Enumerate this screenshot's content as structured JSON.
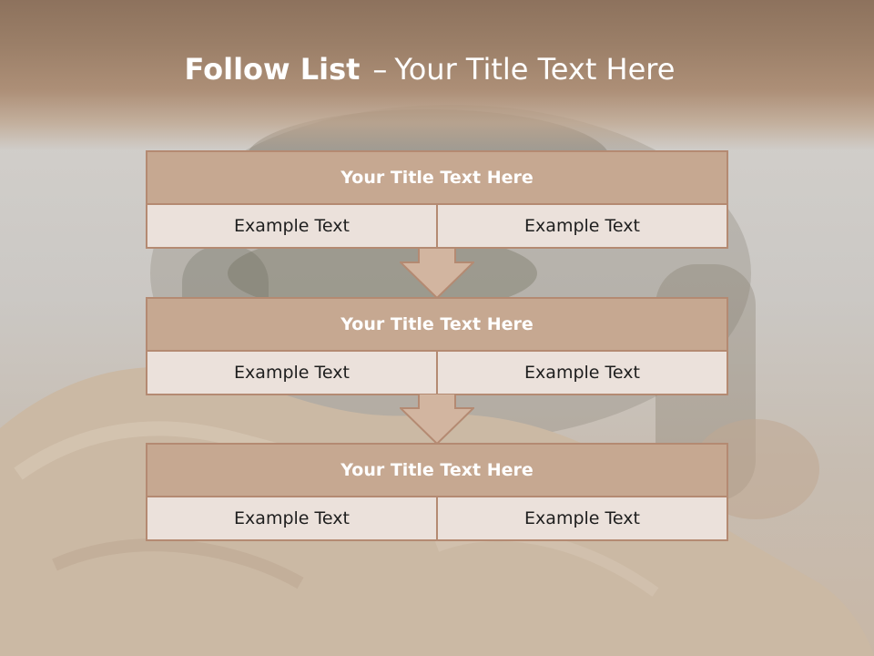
{
  "slide": {
    "title_bold": "Follow List",
    "title_separator": "–",
    "title_rest": "Your Title Text Here"
  },
  "blocks": [
    {
      "title": "Your Title Text Here",
      "left": "Example Text",
      "right": "Example Text"
    },
    {
      "title": "Your Title Text Here",
      "left": "Example Text",
      "right": "Example Text"
    },
    {
      "title": "Your Title Text Here",
      "left": "Example Text",
      "right": "Example Text"
    }
  ],
  "colors": {
    "header": "#9b7f68",
    "block_title_fill": "#c6a891",
    "block_body_fill": "#ebe1db",
    "border": "#b48a72",
    "arrow_fill": "#d2b5a0"
  }
}
